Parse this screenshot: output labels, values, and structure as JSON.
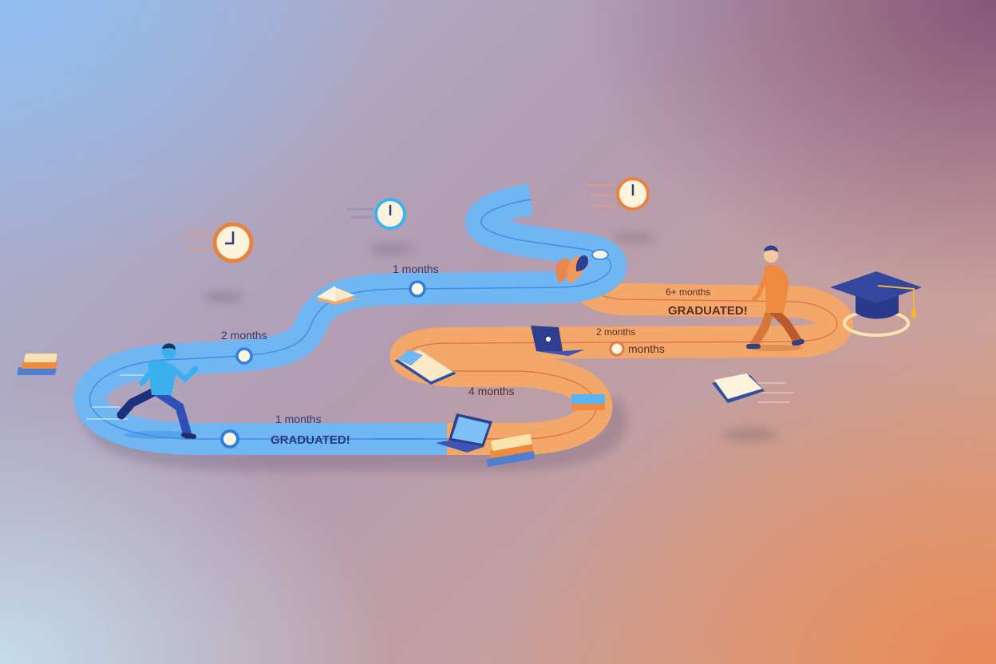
{
  "illustration": {
    "theme": "learning-path-race",
    "colors": {
      "fast_track": "#6fb6f2",
      "slow_track": "#f5a96a",
      "marker_fill": "#fdf6e3",
      "text_blue": "#2b3a78",
      "text_brown": "#5a2f2a",
      "cap": "#2c3e8c",
      "tassel": "#f2b43a"
    },
    "blue_track": {
      "labels": [
        {
          "id": "b1",
          "text": "2 months"
        },
        {
          "id": "b2",
          "text": "1 months"
        },
        {
          "id": "b3",
          "text": "1 months"
        },
        {
          "id": "b4",
          "text": "GRADUATED!"
        }
      ]
    },
    "orange_track": {
      "labels": [
        {
          "id": "o1",
          "text": "4 months"
        },
        {
          "id": "o2",
          "text": "2 months"
        },
        {
          "id": "o3",
          "text": "months"
        },
        {
          "id": "o4",
          "text": "6+ months"
        },
        {
          "id": "o5",
          "text": "GRADUATED!"
        }
      ]
    },
    "figures": [
      "running-student-blue",
      "walking-student-orange"
    ],
    "objects": [
      "clock",
      "clock",
      "clock",
      "book",
      "laptop",
      "graduation-cap"
    ]
  }
}
